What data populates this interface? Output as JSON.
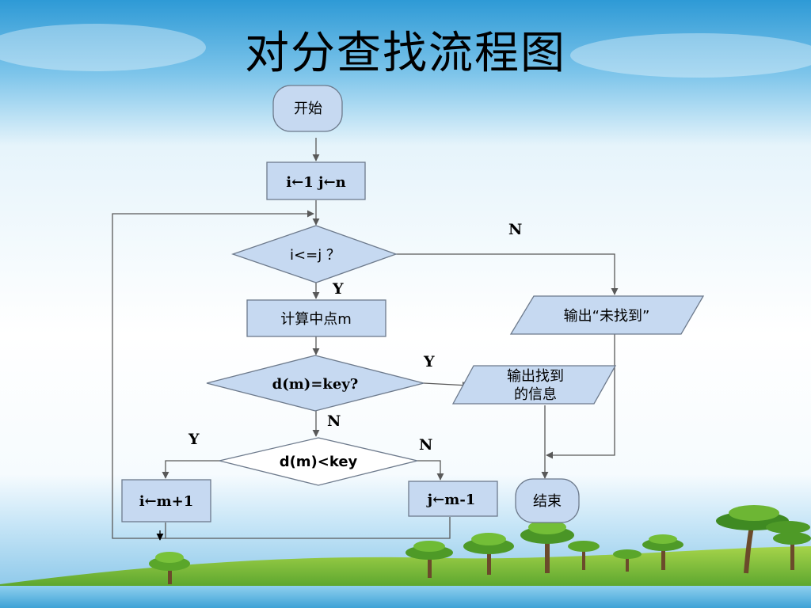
{
  "title": "对分查找流程图",
  "colors": {
    "node_fill": "#c6d9f1",
    "node_stroke": "#6d7a8c",
    "line": "#595959",
    "white_node": "#ffffff",
    "sky_top": "#3aa3d8",
    "grass": "#7bbf3a"
  },
  "nodes": {
    "start": "开始",
    "init": "i←1  j←n",
    "cond_loop": "i<=j  ？",
    "compute_mid": "计算中点m",
    "cond_equal": "d(m)=key?",
    "cond_less": "d(m)<key",
    "set_i": "i←m+1",
    "set_j": "j←m-1",
    "output_found_line1": "输出找到",
    "output_found_line2": "的信息",
    "output_not_found": "输出“未找到”",
    "end": "结束"
  },
  "edge_labels": {
    "loop_no": "N",
    "loop_yes": "Y",
    "equal_yes": "Y",
    "equal_no": "N",
    "less_yes": "Y",
    "less_no": "N"
  },
  "icons": [
    "tree-icon",
    "palm-tree-icon"
  ]
}
